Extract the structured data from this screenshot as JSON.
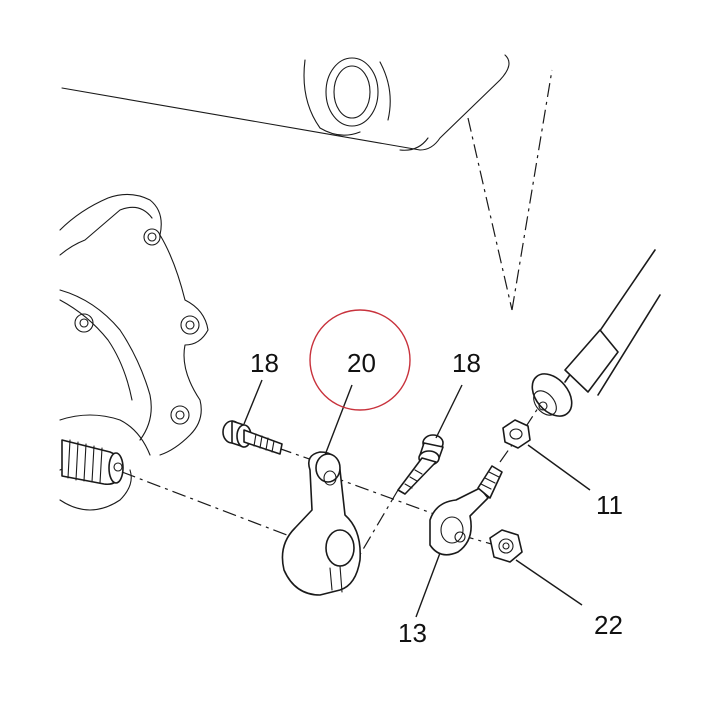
{
  "callouts": {
    "part_18_left": "18",
    "part_20": "20",
    "part_18_right": "18",
    "part_11": "11",
    "part_13": "13",
    "part_22": "22"
  },
  "colors": {
    "line": "#1a1a1a",
    "highlight_circle": "#c8323c",
    "background": "#ffffff"
  }
}
